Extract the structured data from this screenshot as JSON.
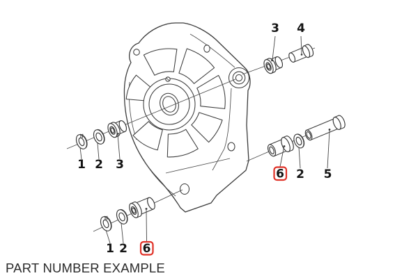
{
  "caption": "PART NUMBER EXAMPLE",
  "colors": {
    "background": "#ffffff",
    "line": "#3a3a3a",
    "label_text": "#141414",
    "highlight_box": "#e03127"
  },
  "groups": {
    "left_stack": {
      "parts": [
        {
          "label": "1",
          "shape": "lock-washer",
          "highlighted": false
        },
        {
          "label": "2",
          "shape": "flat-washer",
          "highlighted": false
        },
        {
          "label": "3",
          "shape": "flanged-bushing",
          "highlighted": false
        }
      ]
    },
    "top_right_stack": {
      "parts": [
        {
          "label": "3",
          "shape": "flanged-bushing",
          "highlighted": false
        },
        {
          "label": "4",
          "shape": "clevis-pin",
          "highlighted": false
        }
      ]
    },
    "mid_right_stack": {
      "parts": [
        {
          "label": "6",
          "shape": "spacer-sleeve",
          "highlighted": true
        },
        {
          "label": "2",
          "shape": "flat-washer",
          "highlighted": false
        },
        {
          "label": "5",
          "shape": "long-pin",
          "highlighted": false
        }
      ]
    },
    "bottom_stack": {
      "parts": [
        {
          "label": "1",
          "shape": "lock-washer",
          "highlighted": false
        },
        {
          "label": "2",
          "shape": "flat-washer",
          "highlighted": false
        },
        {
          "label": "6",
          "shape": "spacer-sleeve",
          "highlighted": true
        }
      ]
    }
  }
}
